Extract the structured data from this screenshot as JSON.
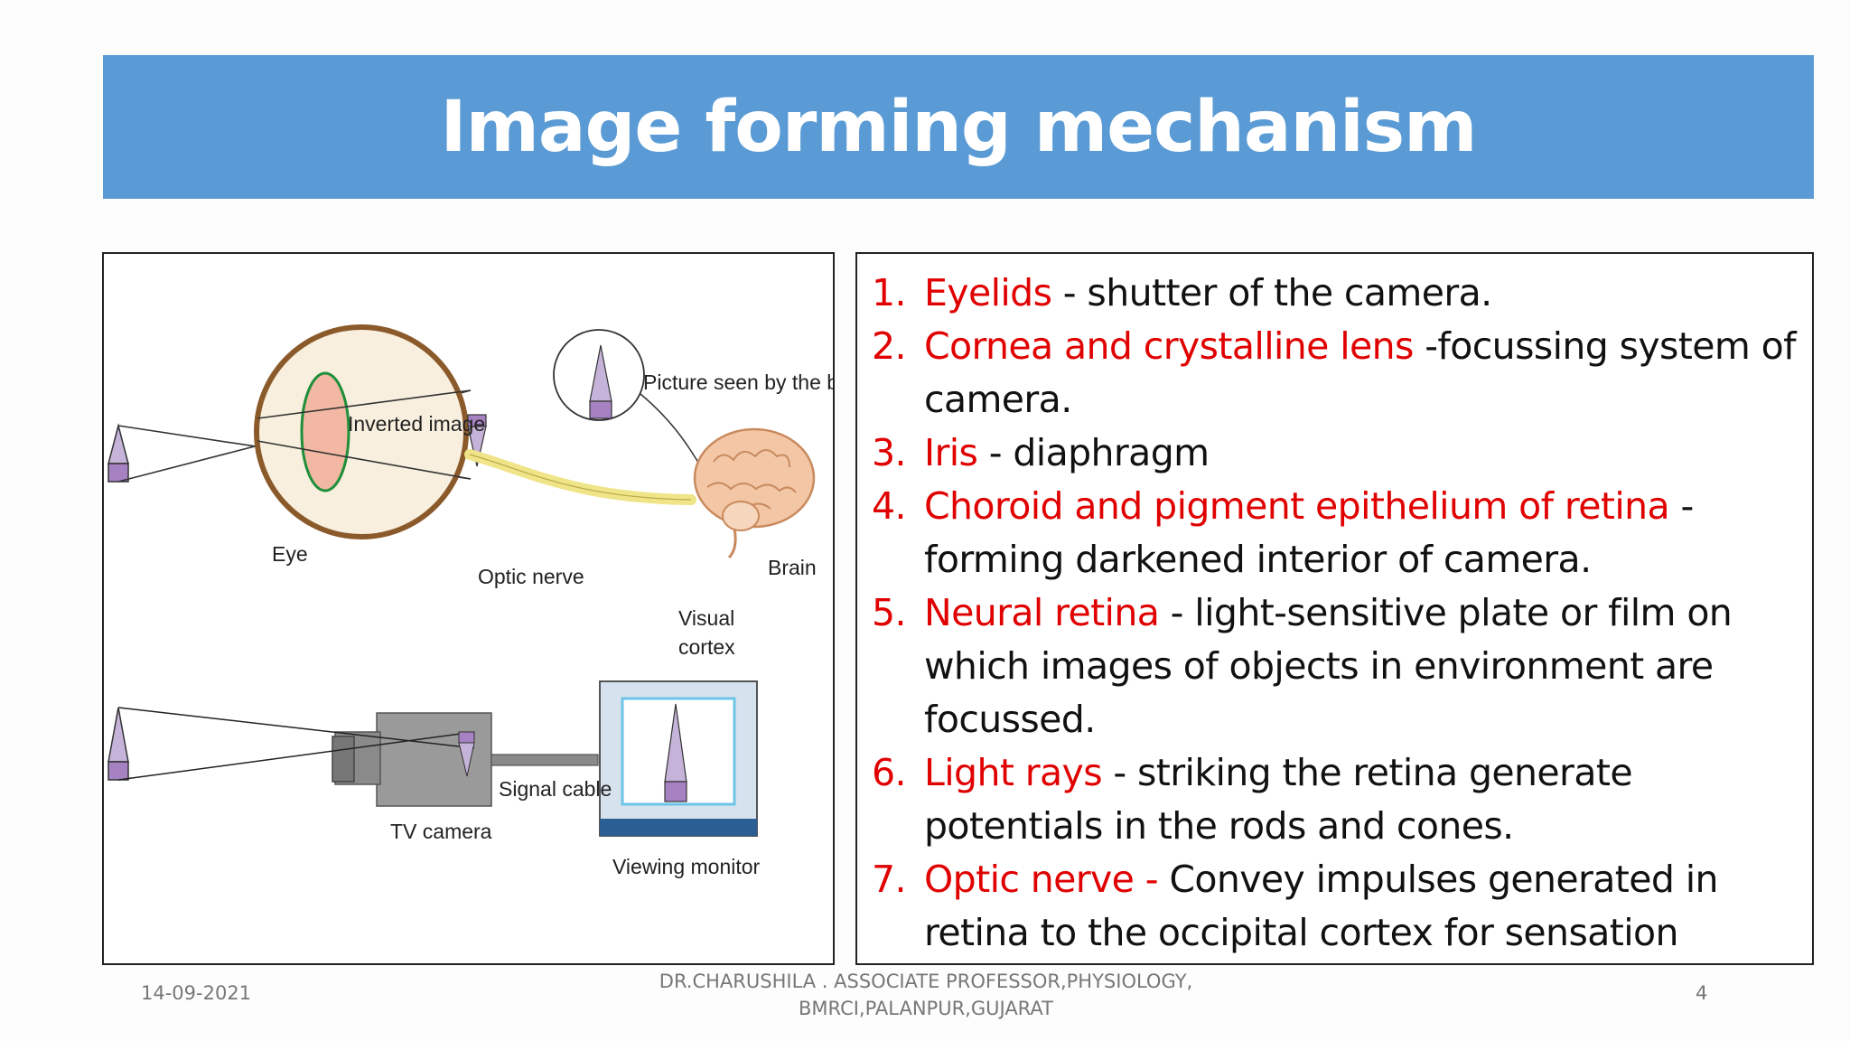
{
  "slide": {
    "title": "Image forming mechanism"
  },
  "figure": {
    "labels": {
      "inverted_image": "Inverted image",
      "picture_seen": "Picture seen by the brain",
      "eye": "Eye",
      "optic_nerve": "Optic nerve",
      "brain": "Brain",
      "visual": "Visual",
      "cortex": "cortex",
      "signal_cable": "Signal cable",
      "tv_camera": "TV camera",
      "viewing_monitor": "Viewing monitor"
    }
  },
  "points": [
    {
      "num": "1.",
      "term": "Eyelids",
      "desc": " - shutter of the camera."
    },
    {
      "num": "2.",
      "term": "Cornea and crystalline lens",
      "desc": " -focussing system of camera."
    },
    {
      "num": "3.",
      "term": "Iris",
      "desc": " - diaphragm"
    },
    {
      "num": "4.",
      "term": "Choroid and pigment epithelium of retina",
      "desc": "  - forming darkened interior of camera."
    },
    {
      "num": "5.",
      "term": "Neural retina",
      "desc": " - light-sensitive plate or film on which images of  objects in environment are focussed."
    },
    {
      "num": "6.",
      "term": "Light rays",
      "desc": " - striking the retina generate potentials in the rods and cones."
    },
    {
      "num": "7.",
      "term": "Optic nerve -",
      "desc": " Convey impulses generated in retina to the occipital cortex for sensation"
    }
  ],
  "footer": {
    "date": "14-09-2021",
    "author_line1": "DR.CHARUSHILA . ASSOCIATE  PROFESSOR,PHYSIOLOGY,",
    "author_line2": "BMRCI,PALANPUR,GUJARAT",
    "page": "4"
  },
  "colors": {
    "title_bar": "#5b9bd5",
    "term_red": "#e00000"
  }
}
